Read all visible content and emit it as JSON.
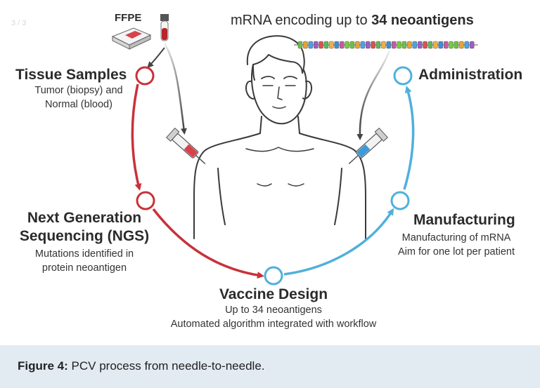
{
  "pager": "3 / 3",
  "top_labels": {
    "ffpe": "FFPE",
    "mrna_prefix": "mRNA encoding up to ",
    "mrna_bold": "34 neoantigens"
  },
  "steps": {
    "tissue": {
      "title": "Tissue Samples",
      "lines": [
        "Tumor (biopsy) and",
        "Normal (blood)"
      ]
    },
    "ngs": {
      "title_lines": [
        "Next Generation",
        "Sequencing (NGS)"
      ],
      "lines": [
        "Mutations identified in",
        "protein neoantigen"
      ]
    },
    "vaccine": {
      "title": "Vaccine Design",
      "lines": [
        "Up to 34 neoantigens",
        "Automated algorithm integrated with workflow"
      ]
    },
    "manufacturing": {
      "title": "Manufacturing",
      "lines": [
        "Manufacturing of mRNA",
        "Aim for one lot per patient"
      ]
    },
    "administration": {
      "title": "Administration"
    }
  },
  "caption": {
    "label": "Figure 4:",
    "text": " PCV process from needle-to-needle."
  },
  "colors": {
    "red": "#c8323a",
    "blue": "#4fb0dc",
    "outline": "#3a3a3a",
    "caption_bg": "#e3ebf2"
  },
  "mrna_bead_colors": [
    "#6fbf4a",
    "#e6a23c",
    "#4aa3df",
    "#a05cc7",
    "#d9534f",
    "#5cb85c",
    "#f0ad4e",
    "#3f8fd2",
    "#c75ca0",
    "#7ac943"
  ]
}
